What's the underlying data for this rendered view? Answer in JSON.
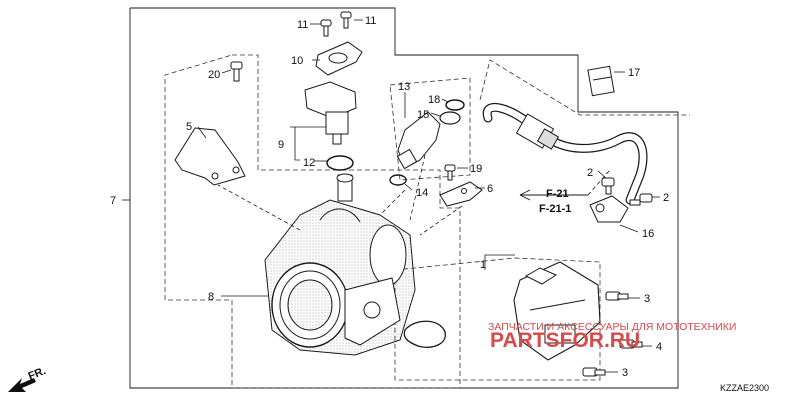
{
  "diagram": {
    "part_labels": {
      "p11a": "11",
      "p11b": "11",
      "p10": "10",
      "p20": "20",
      "p5": "5",
      "p9": "9",
      "p12": "12",
      "p13": "13",
      "p18": "18",
      "p15": "15",
      "p14": "14",
      "p19": "19",
      "p6": "6",
      "p17": "17",
      "p2a": "2",
      "p2b": "2",
      "p16": "16",
      "p7": "7",
      "p8": "8",
      "p1": "1",
      "p3a": "3",
      "p4": "4",
      "p3b": "3"
    },
    "ref_labels": {
      "f21": "F-21",
      "f211": "F-21-1"
    },
    "direction_label": "FR.",
    "diagram_code": "KZZAE2300",
    "watermark": {
      "tagline": "ЗАПЧАСТИ И АКСЕССУАРЫ ДЛЯ МОТОТЕХНИКИ",
      "brand": "PARTSFOR.RU"
    },
    "colors": {
      "line": "#1a1a1a",
      "dash": "#333333",
      "watermark": "#d84a4a",
      "fr_arrow": "#111111"
    }
  }
}
